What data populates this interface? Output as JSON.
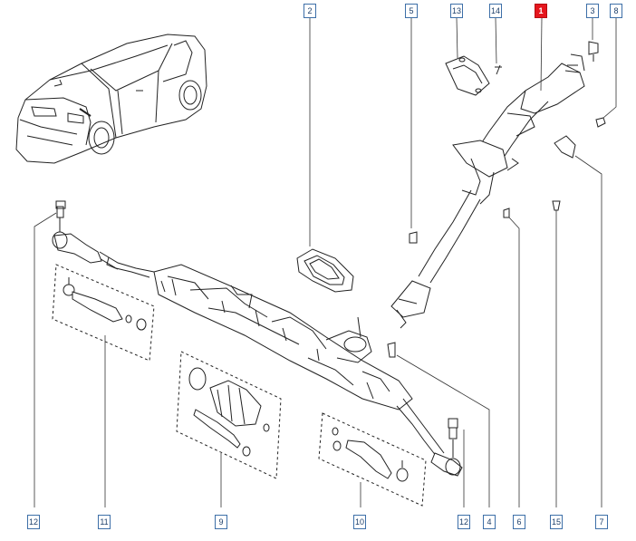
{
  "diagram": {
    "callouts": [
      {
        "id": "c2",
        "label": "2"
      },
      {
        "id": "c5",
        "label": "5"
      },
      {
        "id": "c13",
        "label": "13"
      },
      {
        "id": "c14",
        "label": "14"
      },
      {
        "id": "c1",
        "label": "1",
        "selected": true
      },
      {
        "id": "c3",
        "label": "3"
      },
      {
        "id": "c8",
        "label": "8"
      },
      {
        "id": "c12a",
        "label": "12"
      },
      {
        "id": "c11",
        "label": "11"
      },
      {
        "id": "c9",
        "label": "9"
      },
      {
        "id": "c10",
        "label": "10"
      },
      {
        "id": "c12b",
        "label": "12"
      },
      {
        "id": "c4",
        "label": "4"
      },
      {
        "id": "c6",
        "label": "6"
      },
      {
        "id": "c15",
        "label": "15"
      },
      {
        "id": "c7",
        "label": "7"
      }
    ],
    "colors": {
      "callout_border": "#3d6fa8",
      "callout_selected": "#e5161d",
      "line": "#222222"
    }
  }
}
